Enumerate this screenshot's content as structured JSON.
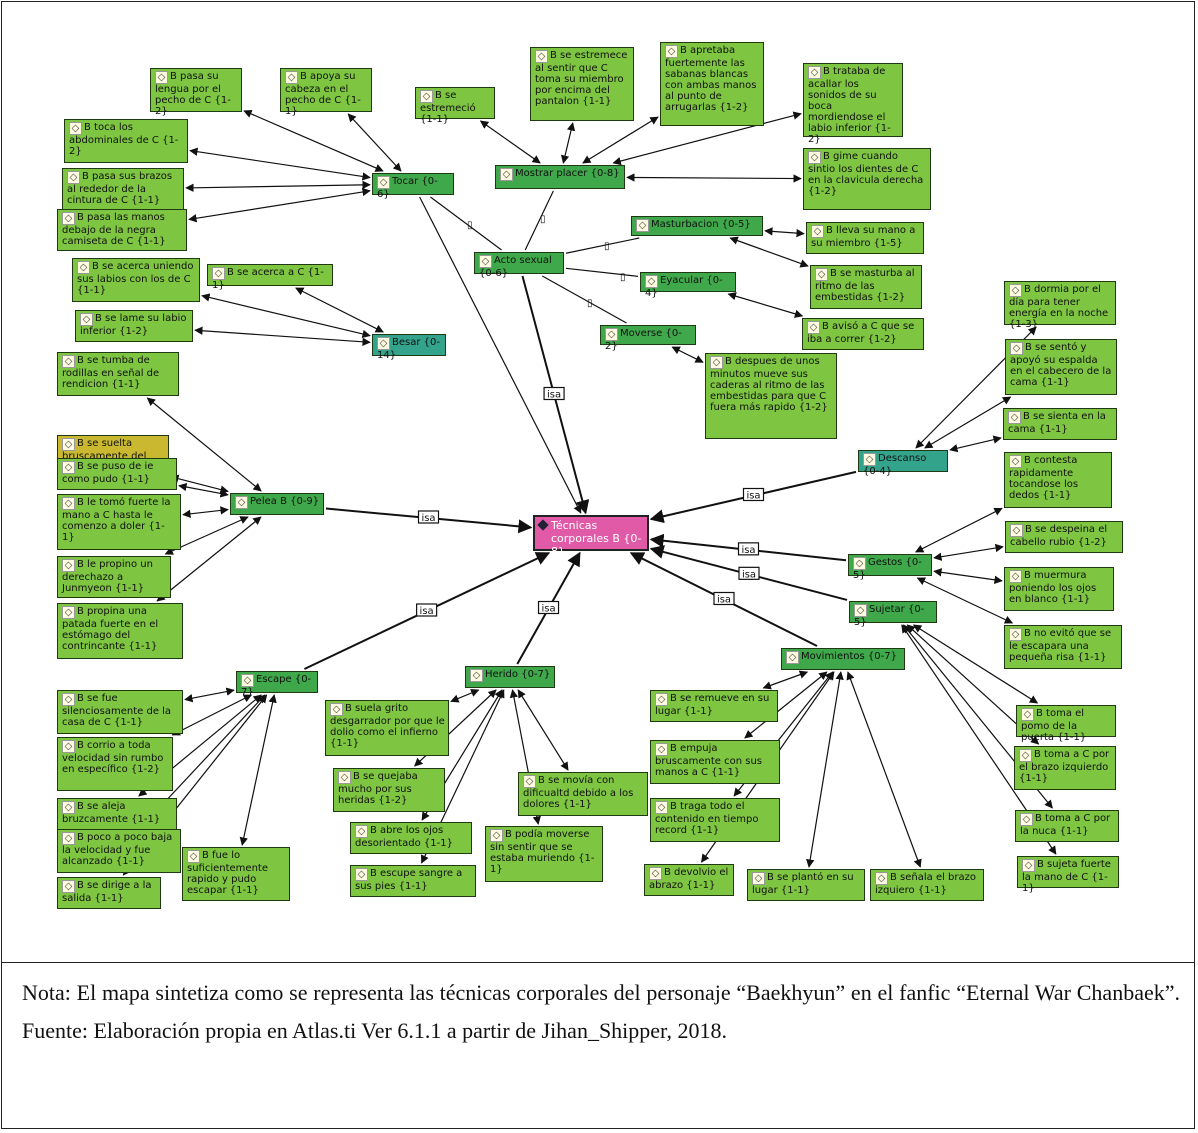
{
  "hub": "Técnicas corporales B {0-8}",
  "edge_label": "isa",
  "link_marker": "▯",
  "nodes": {
    "tocar": "Tocar {0-6}",
    "mostrar_placer": "Mostrar placer {0-8}",
    "acto_sexual": "Acto sexual {0-6}",
    "masturbacion": "Masturbacion {0-5}",
    "eyacular": "Eyacular {0-4}",
    "moverse": "Moverse {0-2}",
    "besar": "Besar {0-14}",
    "pelea": "Pelea B {0-9}",
    "descanso": "Descanso {0-4}",
    "gestos": "Gestos {0-5}",
    "sujetar": "Sujetar {0-5}",
    "movimientos": "Movimientos {0-7}",
    "escape": "Escape {0-7}",
    "herido": "Herido {0-7}",
    "q1": "B pasa su lengua por el pecho de C {1-2}",
    "q2": "B apoya su cabeza en el pecho de C {1-1}",
    "q3": "B se estremeció {1-1}",
    "q4": "B se estremece al sentir que C toma su miembro por encima del pantalon {1-1}",
    "q5": "B apretaba fuertemente las sabanas blancas con ambas manos al punto de arrugarlas {1-2}",
    "q6": "B trataba de acallar los sonidos de su boca mordiendose el labio inferior {1-2}",
    "q7": "B toca los abdominales de C {1-2}",
    "q8": "B pasa sus brazos al rededor de la cintura de C {1-1}",
    "q9": "B pasa las manos debajo de la negra camiseta de C {1-1}",
    "q10": "B gime cuando sintio los dientes de C en la clavicula derecha {1-2}",
    "q11": "B lleva su mano a su miembro {1-5}",
    "q12": "B se masturba al ritmo de las embestidas {1-2}",
    "q13": "B avisó a C que se iba a correr {1-2}",
    "q14": "B despues de unos minutos mueve sus caderas al ritmo de las embestidas para que C fuera más rapido {1-2}",
    "q15": "B se acerca uniendo sus labios con los de C {1-1}",
    "q16": "B se acerca a C {1-1}",
    "q17": "B se lame su labio inferior {1-2}",
    "q18": "B se tumba de rodillas en señal de rendicion {1-1}",
    "q19": "B se suelta bruscamente del agarre de C {2-1}",
    "q20": "B se puso de ie como pudo {1-1}",
    "q21": "B le tomó fuerte la mano a C hasta le comenzo a doler {1-1}",
    "q22": "B le propino un derechazo a Junmyeon {1-1}",
    "q23": "B propina una patada fuerte en el estómago del contrincante {1-1}",
    "q24": "B dormia por el día para tener energía en la noche {1-3}",
    "q25": "B se sentó y apoyó su espalda en el cabecero de la cama {1-1}",
    "q26": "B se sienta en la cama {1-1}",
    "q27": "B contesta rapidamente tocandose los dedos {1-1}",
    "q28": "B se despeina el cabello rubio {1-2}",
    "q29": "B muermura poniendo los ojos en blanco {1-1}",
    "q30": "B no evitó que se le escapara una pequeña risa {1-1}",
    "q31": "B toma el pomo de la puerta {1-1}",
    "q32": "B toma a C por el brazo izquierdo {1-1}",
    "q33": "B toma a C por la nuca {1-1}",
    "q34": "B sujeta fuerte la mano de C {1-1}",
    "q35": "B se remueve en su lugar {1-1}",
    "q36": "B empuja bruscamente con sus manos a C {1-1}",
    "q37": "B traga todo el contenido en tiempo record {1-1}",
    "q38": "B devolvio el abrazo {1-1}",
    "q39": "B se plantó en su lugar {1-1}",
    "q40": "B señala el brazo izquiero {1-1}",
    "q41": "B se fue silenciosamente de la casa de C {1-1}",
    "q42": "B corrio a toda velocidad sin rumbo en específico {1-2}",
    "q43": "B se aleja bruzcamente {1-1}",
    "q44": "B poco a poco baja la velocidad y fue alcanzado {1-1}",
    "q45": "B se dirige a la salida {1-1}",
    "q46": "B fue lo suficientemente rapido y pudo escapar {1-1}",
    "q47": "B suela grito desgarrador por que le dolio como el infierno {1-1}",
    "q48": "B se quejaba mucho por sus heridas {1-2}",
    "q49": "B abre los ojos desorientado {1-1}",
    "q50": "B escupe sangre a sus pies {1-1}",
    "q51": "B se movía con dificualtd debido a los dolores {1-1}",
    "q52": "B podía moverse sin sentir que se estaba muriendo {1-1}"
  },
  "caption": "Nota: El mapa sintetiza como se representa las técnicas corporales del personaje “Baekhyun” en el fanfic “Eternal War Chanbaek”. Fuente: Elaboración propia en Atlas.ti Ver 6.1.1 a partir de Jihan_Shipper, 2018."
}
